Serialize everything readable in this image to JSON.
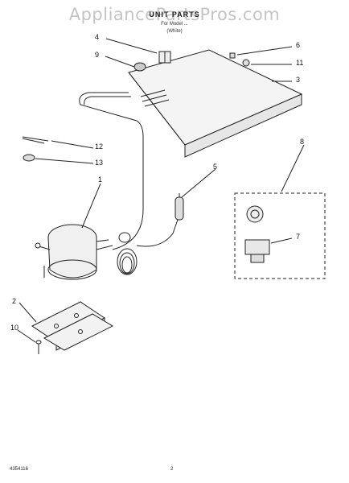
{
  "watermark": "AppliancePartsPros.com",
  "header": {
    "title": "UNIT PARTS",
    "model_line": "For Model ...",
    "color_line": "(White)"
  },
  "callouts": [
    "1",
    "2",
    "3",
    "4",
    "5",
    "6",
    "7",
    "8",
    "9",
    "10",
    "11",
    "12",
    "13"
  ],
  "footer": {
    "doc_number": "4354116",
    "page_number": "2"
  }
}
